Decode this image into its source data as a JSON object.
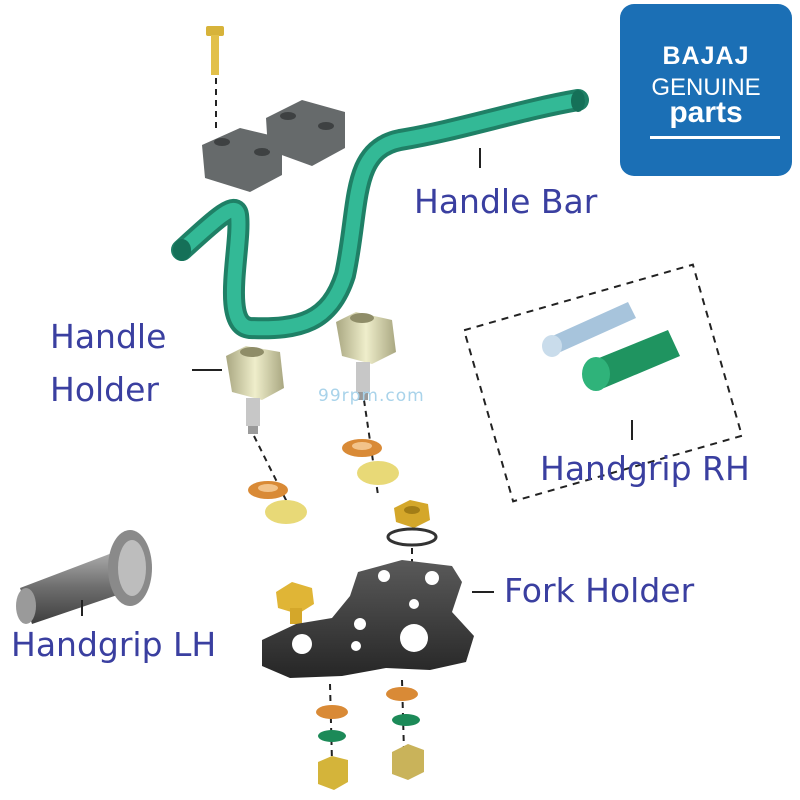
{
  "labels": {
    "handle_bar": "Handle Bar",
    "handle_holder_line1": "Handle",
    "handle_holder_line2": "Holder",
    "handgrip_rh": "Handgrip RH",
    "fork_holder": "Fork Holder",
    "handgrip_lh": "Handgrip LH"
  },
  "logo": {
    "brand": "BAJAJ",
    "line1": "GENUINE",
    "line2": "parts"
  },
  "watermark": "99rpm.com",
  "colors": {
    "label_text": "#3a3fa0",
    "logo_bg": "#1b6fb5",
    "handlebar": "#2aa889",
    "handle_holder": "#d8d6a8",
    "fork_holder": "#3c3c3c",
    "grip_gray": "#7d7d7d",
    "clamp_gray": "#5f6263",
    "washer_orange": "#d98a36",
    "washer_green": "#1c8a58",
    "nut_gold": "#d4a72a"
  }
}
